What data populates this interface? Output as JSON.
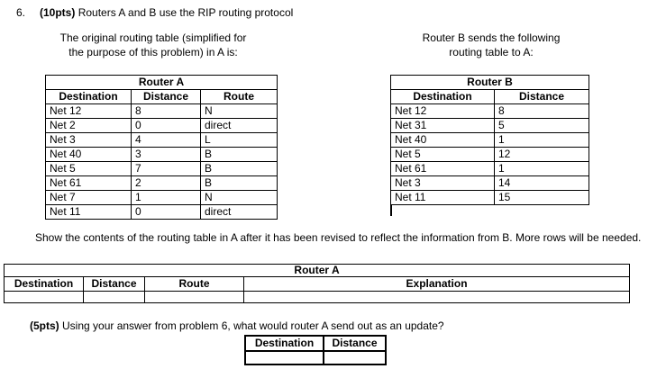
{
  "colors": {
    "text": "#000000",
    "background": "#ffffff"
  },
  "question": {
    "number": "6.",
    "points": "(10pts)",
    "text": "Routers A and B use the RIP routing protocol"
  },
  "intro_left": {
    "line1": "The original routing table (simplified for",
    "line2": "the purpose of this problem) in A is:"
  },
  "intro_right": {
    "line1": "Router B sends the following",
    "line2": "routing table to A:"
  },
  "router_a_table": {
    "title": "Router A",
    "columns": [
      "Destination",
      "Distance",
      "Route"
    ],
    "rows": [
      [
        "Net 12",
        "8",
        "N"
      ],
      [
        "Net 2",
        "0",
        "direct"
      ],
      [
        "Net 3",
        "4",
        "L"
      ],
      [
        "Net 40",
        "3",
        "B"
      ],
      [
        "Net 5",
        "7",
        "B"
      ],
      [
        "Net 61",
        "2",
        "B"
      ],
      [
        "Net 7",
        "1",
        "N"
      ],
      [
        "Net 11",
        "0",
        "direct"
      ]
    ]
  },
  "router_b_table": {
    "title": "Router B",
    "columns": [
      "Destination",
      "Distance"
    ],
    "rows": [
      [
        "Net 12",
        "8"
      ],
      [
        "Net 31",
        "5"
      ],
      [
        "Net 40",
        "1"
      ],
      [
        "Net 5",
        "12"
      ],
      [
        "Net 61",
        "1"
      ],
      [
        "Net 3",
        "14"
      ],
      [
        "Net 11",
        "15"
      ]
    ]
  },
  "instruction": "Show the contents of the routing table in A after it has been revised to reflect the information from B. More rows will be needed.",
  "answer_table": {
    "title": "Router A",
    "columns": [
      "Destination",
      "Distance",
      "Route",
      "Explanation"
    ]
  },
  "followup": {
    "points": "(5pts)",
    "text": "Using your answer from problem 6, what would router A send out as an update?"
  },
  "update_table": {
    "columns": [
      "Destination",
      "Distance"
    ]
  }
}
